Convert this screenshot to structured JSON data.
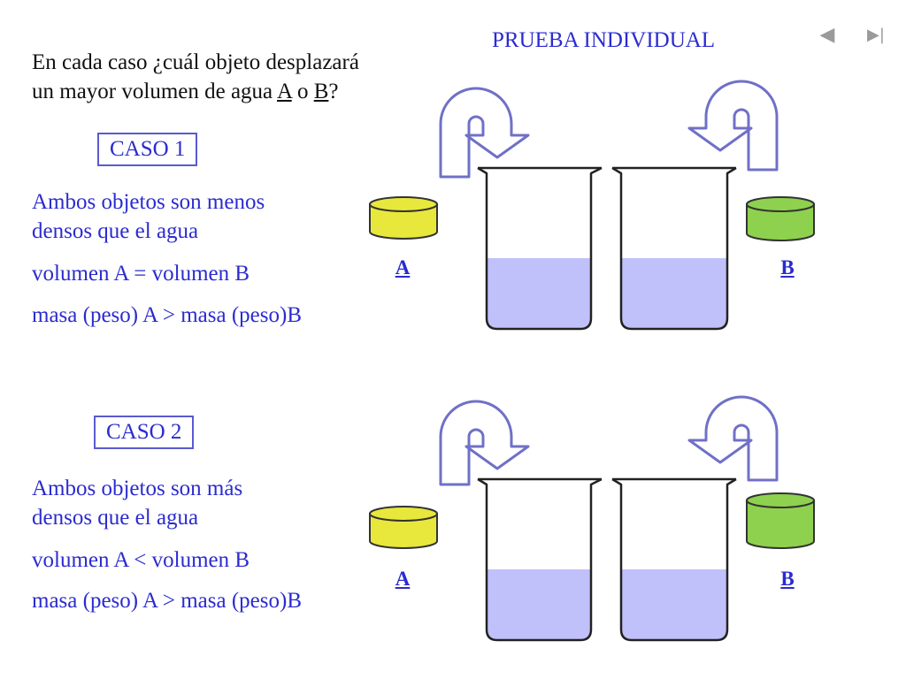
{
  "header": {
    "title": "PRUEBA INDIVIDUAL"
  },
  "nav": {
    "prev_icon": "◀",
    "end_icon": "▶|"
  },
  "question": {
    "line1": "En cada caso ¿cuál objeto desplazará",
    "line2_prefix": "un mayor volumen de agua ",
    "option_a": "A",
    "connector": " o ",
    "option_b": "B",
    "line2_suffix": "?"
  },
  "caso1": {
    "title": "CASO 1",
    "desc_line1": "Ambos objetos son menos",
    "desc_line2": "densos que el agua",
    "volume": "volumen A = volumen B",
    "mass": "masa (peso) A  > masa (peso)B",
    "label_a": "A",
    "label_b": "B"
  },
  "caso2": {
    "title": "CASO 2",
    "desc_line1": "Ambos objetos son más",
    "desc_line2": "densos que el agua",
    "volume": "volumen A < volumen B",
    "mass": "masa (peso) A  > masa (peso)B",
    "label_a": "A",
    "label_b": "B"
  },
  "colors": {
    "text_blue": "#2b2bd0",
    "water": "#c0c0fa",
    "object_a": "#e8e83c",
    "object_b": "#8ed14e",
    "arrow_stroke": "#7070c8",
    "nav_gray": "#9a9a9a"
  }
}
